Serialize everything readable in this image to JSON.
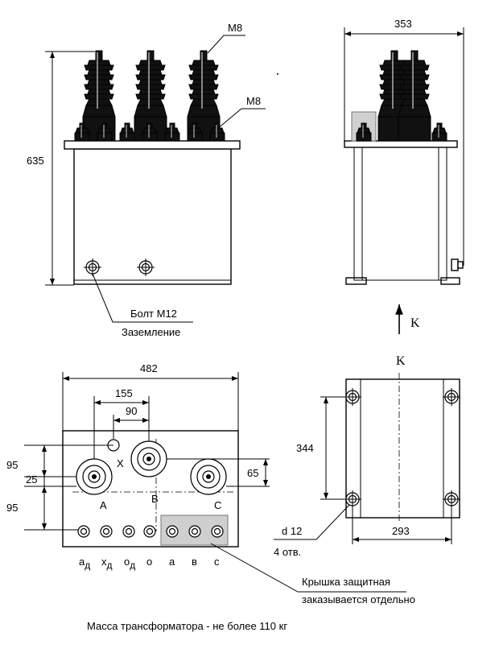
{
  "front_view": {
    "thread_label_top": "М8",
    "thread_label_low": "М8",
    "height_dim": "635",
    "bolt_label": "Болт М12",
    "ground_label": "Заземление"
  },
  "side_view": {
    "width_dim": "353",
    "arrow_label": "K"
  },
  "top_view": {
    "width_dim": "482",
    "dim_155": "155",
    "dim_90": "90",
    "dim_95_top": "95",
    "dim_25": "25",
    "dim_95_low": "95",
    "dim_65": "65",
    "label_x": "X",
    "label_a": "A",
    "label_b": "B",
    "label_c": "C",
    "terminals": {
      "a_main": "a",
      "a_sub": "д",
      "x_main": "x",
      "x_sub": "д",
      "o_main": "o",
      "o_sub": "д",
      "o": "o",
      "a": "a",
      "b": "в",
      "c": "с"
    },
    "cover_label_1": "Крышка защитная",
    "cover_label_2": "заказывается отдельно"
  },
  "bottom_view": {
    "title": "K",
    "height_dim": "344",
    "width_dim": "293",
    "hole_label": "d 12",
    "hole_count": "4 отв."
  },
  "footer": {
    "mass_note": "Масса трансформатора - не более 110 кг"
  }
}
